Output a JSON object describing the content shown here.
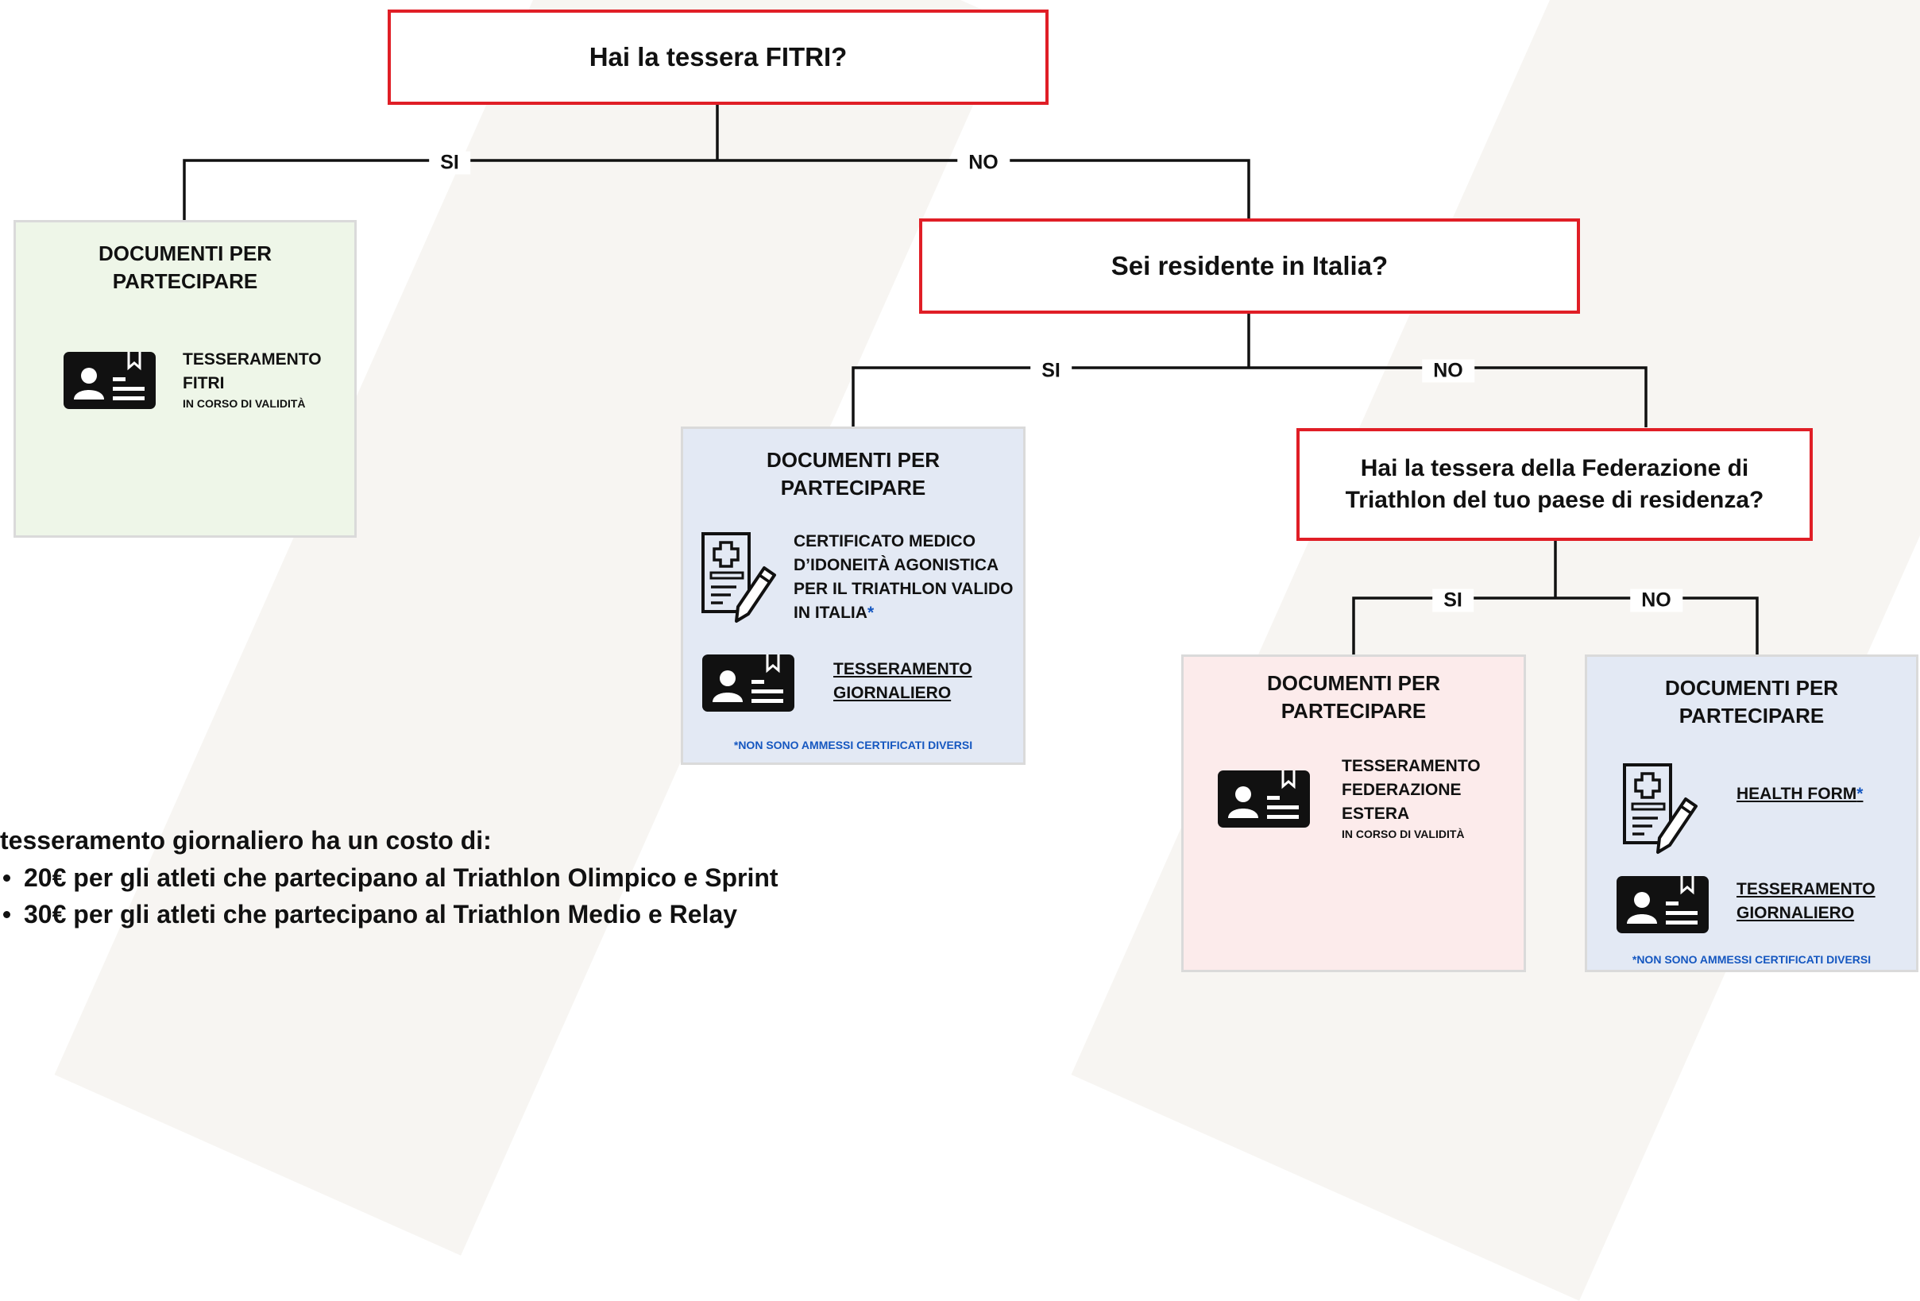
{
  "questions": {
    "q1": "Hai la tessera FITRI?",
    "q2": "Sei residente in Italia?",
    "q3": "Hai la tessera della Federazione di Triathlon del tuo paese di residenza?"
  },
  "branch_labels": {
    "yes": "SI",
    "no": "NO"
  },
  "card_fitri": {
    "title": "DOCUMENTI PER PARTECIPARE",
    "item_label": "TESSERAMENTO FITRI",
    "item_sub": "IN CORSO DI VALIDITÀ",
    "icon": "id-card-icon"
  },
  "card_italy": {
    "title": "DOCUMENTI PER PARTECIPARE",
    "cert_label": "CERTIFICATO MEDICO D’IDONEITÀ AGONISTICA PER IL TRIATHLON VALIDO IN ITALIA",
    "cert_asterisk": "*",
    "membership_link": "TESSERAMENTO GIORNALIERO",
    "note": "*NON SONO AMMESSI CERTIFICATI DIVERSI",
    "icons": [
      "medical-certificate-icon",
      "id-card-icon"
    ]
  },
  "card_foreign": {
    "title": "DOCUMENTI PER PARTECIPARE",
    "item_label": "TESSERAMENTO FEDERAZIONE ESTERA",
    "item_sub": "IN CORSO DI VALIDITÀ",
    "icon": "id-card-icon"
  },
  "card_none": {
    "title": "DOCUMENTI PER PARTECIPARE",
    "health_link": "HEALTH FORM",
    "health_asterisk": "*",
    "membership_link": "TESSERAMENTO GIORNALIERO",
    "note": "*NON SONO AMMESSI CERTIFICATI DIVERSI",
    "icons": [
      "medical-certificate-icon",
      "id-card-icon"
    ]
  },
  "bottom": {
    "intro": "tesseramento giornaliero ha un costo di:",
    "items": [
      "20€ per gli atleti che partecipano al Triathlon Olimpico e Sprint",
      "30€ per gli atleti che partecipano al Triathlon Medio e Relay"
    ]
  },
  "colors": {
    "question_border": "#e01e26",
    "card_green": "#eef6e8",
    "card_blue": "#e3e9f4",
    "card_pink": "#fcebeb",
    "accent_blue": "#1557c0"
  }
}
